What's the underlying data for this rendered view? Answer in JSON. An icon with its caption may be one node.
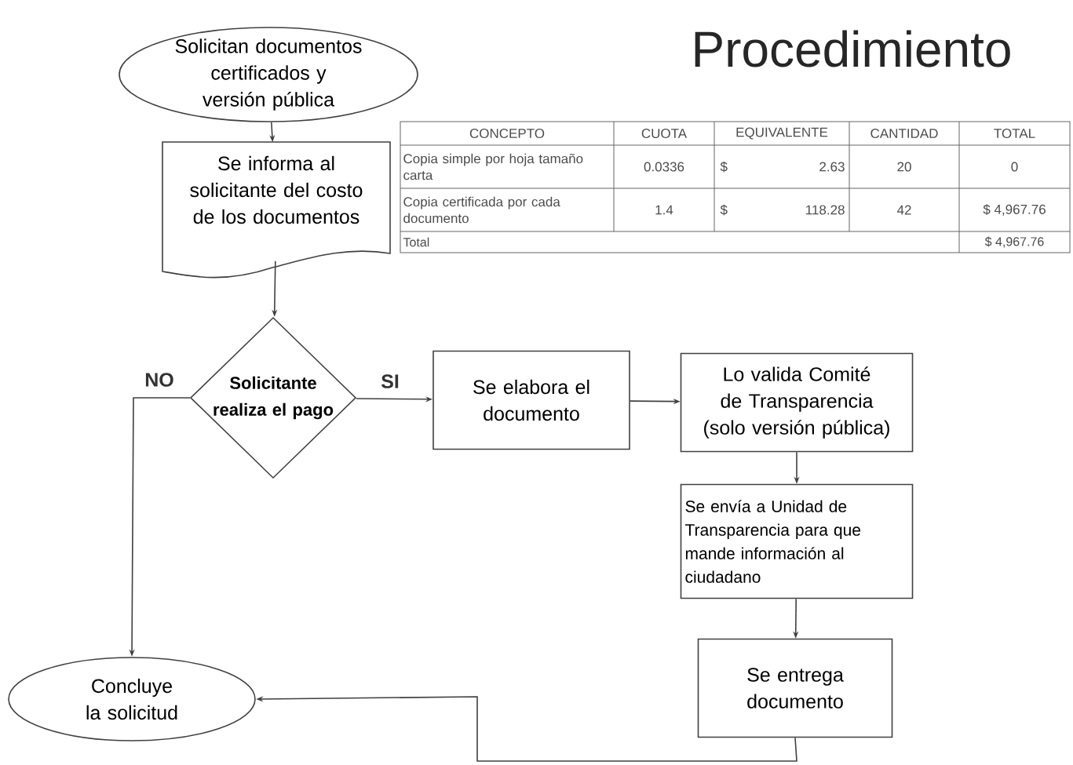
{
  "diagram": {
    "title": "Procedimiento",
    "nodes": [
      {
        "text": [
          "Solicitan documentos certificados y versión pública"
        ]
      },
      {
        "text": [
          "Se informa al solicitante del costo de los documentos"
        ]
      },
      {
        "text": [
          "Solicitante realiza el pago"
        ]
      },
      {
        "text": [
          "Se elabora el documento"
        ]
      },
      {
        "text": [
          "Lo valida Comité de Transparencia (solo versión pública)"
        ]
      },
      {
        "text": [
          "Se envía a Unidad de Transparencia para que mande información al ciudadano"
        ]
      },
      {
        "text": [
          "Se entrega documento"
        ]
      },
      {
        "text": [
          "Concluye la solicitud"
        ]
      }
    ],
    "edges": [
      {
        "from": 0,
        "to": 1,
        "arrow": "to"
      },
      {
        "from": 1,
        "to": 2,
        "arrow": "to"
      },
      {
        "from": 2,
        "to": 3,
        "arrow": "to",
        "label": "SI"
      },
      {
        "from": 3,
        "to": 4,
        "arrow": "to"
      },
      {
        "from": 4,
        "to": 5,
        "arrow": "to"
      },
      {
        "from": 5,
        "to": 6,
        "arrow": "to"
      },
      {
        "from": 6,
        "to": 7,
        "arrow": "to"
      },
      {
        "from": 2,
        "to": 7,
        "arrow": "to",
        "label": "NO"
      }
    ],
    "labels": [
      "CONCEPTO",
      "CUOTA",
      "EQUIVALENTE",
      "CANTIDAD",
      "TOTAL",
      "Copia simple por hoja tamaño carta",
      "0.0336",
      "$",
      "2.63",
      "20",
      "0",
      "Copia certificada por cada documento",
      "1.4",
      "$",
      "118.28",
      "42",
      "$ 4,967.76",
      "Total",
      "$ 4,967.76"
    ]
  }
}
